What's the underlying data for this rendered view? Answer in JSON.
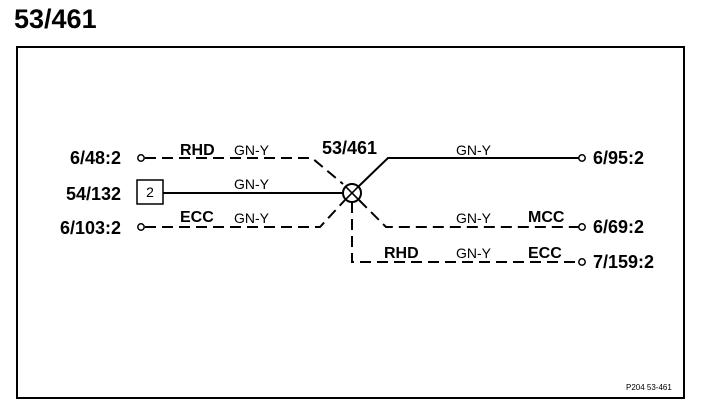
{
  "title": "53/461",
  "splice": {
    "label": "53/461"
  },
  "connections": {
    "left_top": {
      "terminal": "6/48:2",
      "option": "RHD",
      "color": "GN-Y"
    },
    "left_mid": {
      "terminal": "54/132",
      "box": "2",
      "color": "GN-Y"
    },
    "left_bottom": {
      "terminal": "6/103:2",
      "option": "ECC",
      "color": "GN-Y"
    },
    "right_top": {
      "terminal": "6/95:2",
      "color": "GN-Y"
    },
    "right_mid": {
      "terminal": "6/69:2",
      "option": "MCC",
      "color": "GN-Y"
    },
    "right_bottom": {
      "terminal": "7/159:2",
      "option_left": "RHD",
      "option_right": "ECC",
      "color": "GN-Y"
    }
  },
  "footer": {
    "ref": "P204  53-461"
  }
}
